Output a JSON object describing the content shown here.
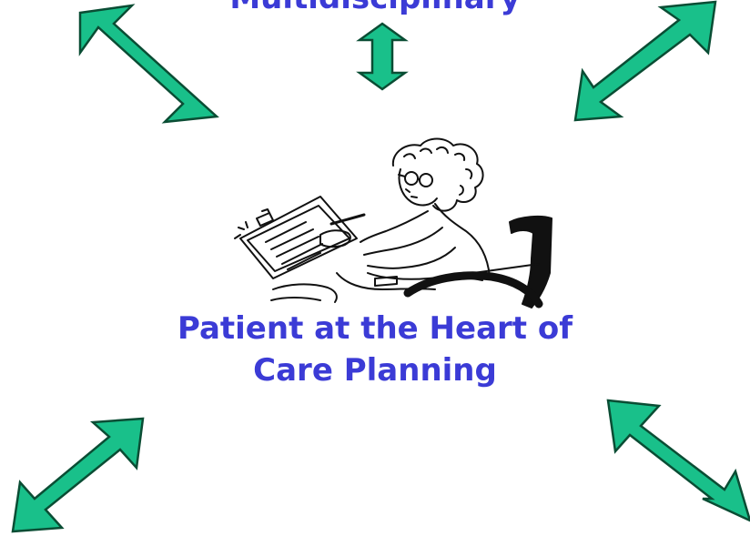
{
  "top_label": "Multidisciplinary",
  "center_label_line1": "Patient at the Heart of",
  "center_label_line2": "Care Planning",
  "colors": {
    "arrow_fill": "#19c08a",
    "arrow_stroke": "#0a4d34",
    "text": "#3b3bd6",
    "ink": "#111111"
  },
  "icons": {
    "center_illustration": "patient-in-wheelchair-icon"
  }
}
